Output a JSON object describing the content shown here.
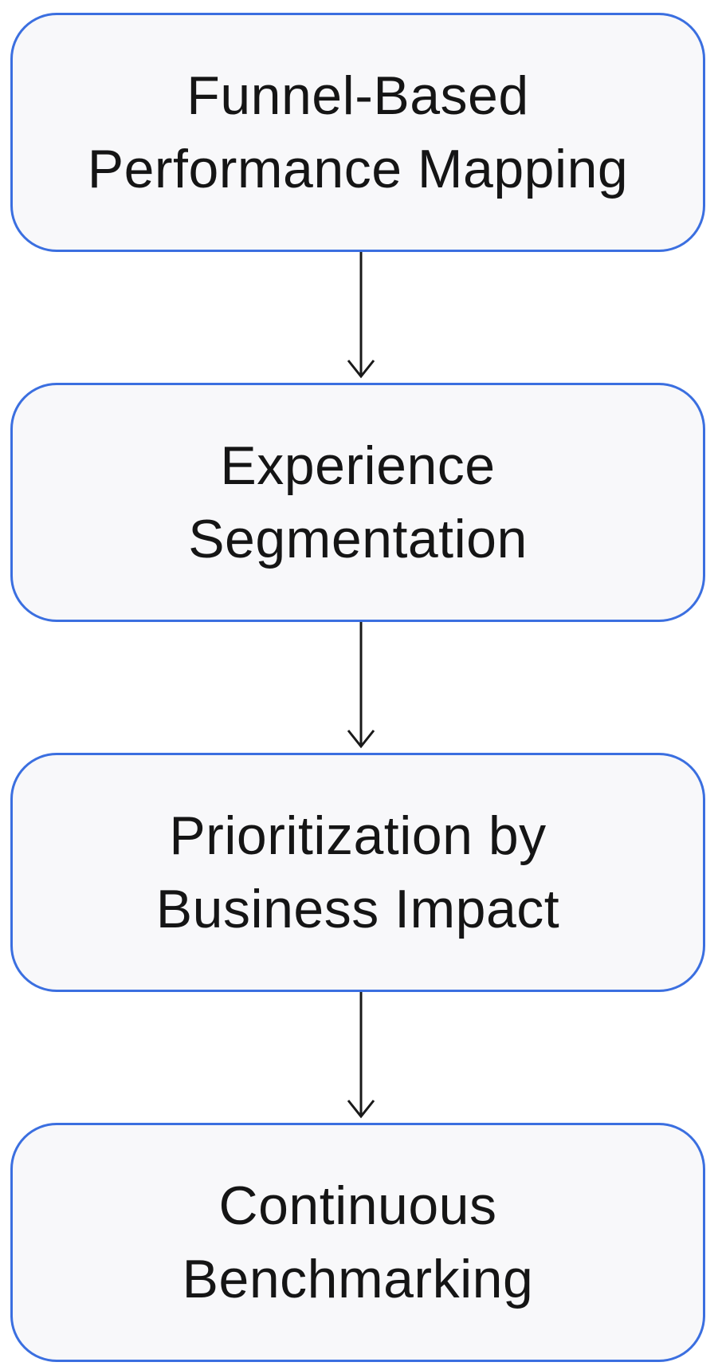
{
  "steps": [
    {
      "line1": "Funnel-Based",
      "line2": "Performance Mapping"
    },
    {
      "line1": "Experience",
      "line2": "Segmentation"
    },
    {
      "line1": "Prioritization by",
      "line2": "Business Impact"
    },
    {
      "line1": "Continuous",
      "line2": "Benchmarking"
    }
  ],
  "colors": {
    "box_border": "#3b6fe0",
    "box_fill": "#f8f8fa",
    "text": "#151515",
    "arrow": "#1a1a1a"
  }
}
